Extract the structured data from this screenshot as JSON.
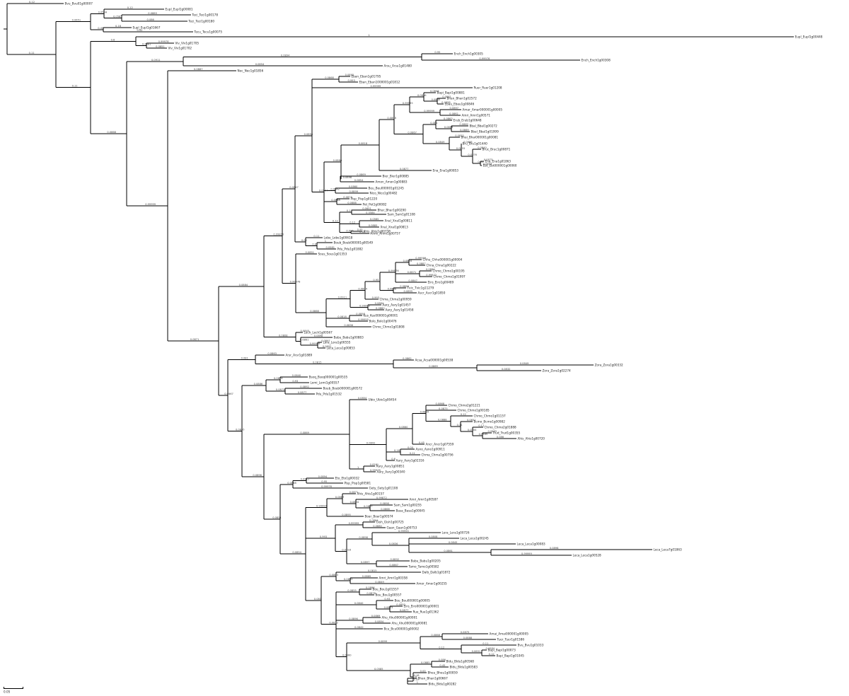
{
  "tree": {
    "scale_label": "0.05",
    "tips": [
      "Bvu_Bvu01g00007",
      "Eupl_Eupl1g00081",
      "Teci_Teci1g00178",
      "Teci_Teci1g00180",
      "Eupl_Eupl1g01667",
      "Tecu_Tecu1g00075",
      "Eupl_Eupl1g00448",
      "Viv_Viv1g01705",
      "Viv_Viv1g01702",
      "Ench_Ench1g00305",
      "Ench_Ench1g00308",
      "Arsu_Arsu1g01480",
      "Nec_Nec1g01856",
      "Eban_Eban1g01795",
      "Eban_Eban1000001g01812",
      "Ruer_Ruer1g01208",
      "Bapi_Bapi1g00881",
      "Bhan_Bhan1g02572",
      "Ebau_Ebau1g00846",
      "Amar_Amar000001g00005",
      "Amri_Amri1g00571",
      "Erub_Erub1g00648",
      "Bbal_Bbal1g00272",
      "Bbal_Bbal1g01999",
      "Bhai_Bhai000001g00081",
      "Bru_Bru1g01440",
      "Bruc_Bruc1g00871",
      "Ena_Ena1g01863",
      "Ebt_Ebt000001g00060",
      "Ena_Ena1g00853",
      "Bier_Bier1g00885",
      "Amon_Amon1g00883",
      "Beu_Beu000001g01245",
      "Nico_Nico1g00482",
      "Pisp_Pisp1g01220",
      "Pot_Pot1g00082",
      "Bhar_Bhar1g00290",
      "Sam_Sam1g01108",
      "Xnal_Xnal1g00811",
      "Xnal_Xnal1g00813",
      "Ahis_Ahis1g00738",
      "Ahmi_Ahmi1g00757",
      "Lobe_Lobe1g00618",
      "Boub_Boub000001g00549",
      "Pdu_Pdu1g01882",
      "Sous_Sous1g01353",
      "Chhu_Chhu000001g00004",
      "Chna_Chna1g00222",
      "Chmo_Chmo1g00195",
      "Chmo_Chmo1g01997",
      "Eiro_Eiro1g00489",
      "Tvic_Tvic1g11279",
      "Ascr_Ascr1g01850",
      "Chma_Chma1g00959",
      "Aary_Aary1g01457",
      "Aary_Aary1g01458",
      "Kus_Kus000001g00001",
      "Bolo_Bolo1g00476",
      "Chmo_Chmo1g01808",
      "Lech_Lech1g00567",
      "Babu_Babu1g00883",
      "Lora_Lora1g00555",
      "Leca_Leca1g00853",
      "Arsr_Arsr1g01889",
      "Acsa_Acsa000001g00538",
      "Zora_Zora1g00332",
      "Zora_Zora1g02274",
      "Bsoq_Bsoq000001g00535",
      "Lomi_Lomi1g00557",
      "Boub_Boub000001g00572",
      "Pdu_Pdu1g01532",
      "Ubio_Ubio1g00454",
      "Chmo_Chmo2g01221",
      "Chmo_Chmo1g00185",
      "Chmo_Chmo1g01157",
      "Bcmo_Bcmo1g00982",
      "Chmo_Chmo2g01888",
      "Trud_Trud1g00355",
      "Ahis_Ahis1g00720",
      "Ancr_Ancr1g07559",
      "Asno_Asno1g00911",
      "Chma_Chma1g00756",
      "Aary_Aary1g02316",
      "Aary_Aary1g00851",
      "Aary_Aary1g00340",
      "Eto_Eto1g00032",
      "Pisp_Pisp1g00581",
      "Gety_Gety1g01108",
      "Ahis_Ahis1g00157",
      "Amri_Amri1g00587",
      "Sam_Sam1g00255",
      "Basa_Basa1g00045",
      "Boar_Boar1g00574",
      "Gish_Gish1g00725",
      "Gaan_Gaan1g00753",
      "Lera_Lera1g00726",
      "Leca_Leca1g00245",
      "Leca_Leca1g00083",
      "Leca_Leca7g01863",
      "Leca_Leca1g00528",
      "Babu_Babu1g00205",
      "Tamo_Tamo1g00582",
      "Dalb_Dalb1g01872",
      "Amri_Amri1g00358",
      "Amor_Amor1g00255",
      "Bou_Bou1g01557",
      "Bou_Bou1g00557",
      "Bou_Bou000001g00005",
      "Eiro_Eiro000001g00001",
      "Rue_Rue1g01362",
      "Ahu_Ahu000001g00001",
      "Ahu_Ahu000001g00081",
      "Bcu_Bcu000001g00002",
      "Amai_Amai000001g00005",
      "Tuer_Tuer1g01586",
      "Bvu_Bvu1g01033",
      "Bapi_Bapi1g00073",
      "Bapi_Bapi1g01045",
      "Bldu_Bldu1g00568",
      "Bldu_Bldu1g00583",
      "Bheu_Bheu1g00059",
      "Bhan_Bhan1g00667",
      "Bldu_Bldu1g00282"
    ],
    "supports": [
      "0.12",
      "0.11",
      "0.0651",
      "0.0584",
      "0.12",
      "0.0585",
      "0.0885",
      "0.086",
      "0.45",
      "0.18",
      "0.00",
      "0.11",
      "0.6",
      "1",
      "0.0581",
      "0.99978",
      "0.0851",
      "0.0868",
      "0.0911",
      "0.0894",
      "0.95",
      "0.99976",
      "0.0854",
      "0.99999",
      "0.0887",
      "0.0871",
      "0.0884",
      "0.99872",
      "0.0847",
      "0.0898",
      "0.0868",
      "0.0895",
      "0.993",
      "0.99999",
      "0.0864",
      "0.0880",
      "0.0818",
      "0.0898",
      "0.99955",
      "0.0836",
      "0.0808",
      "0.0845",
      "0.0861",
      "0.0898",
      "0.99999",
      "0.0897",
      "0.0892",
      "0.0867",
      "0.081",
      "0.0863",
      "0.0815",
      "0.0862",
      "0.0869",
      "0.0849",
      "0.0832",
      "0.0855",
      "0.0886",
      "0.0876",
      "0.0840",
      "0.93",
      "0.0873",
      "0.0892",
      "0.0877",
      "0.0896",
      "0.0869",
      "0.0854",
      "0.0842",
      "0.0860",
      "0.0899",
      "0.0868",
      "0.0875",
      "0.0888"
    ]
  }
}
